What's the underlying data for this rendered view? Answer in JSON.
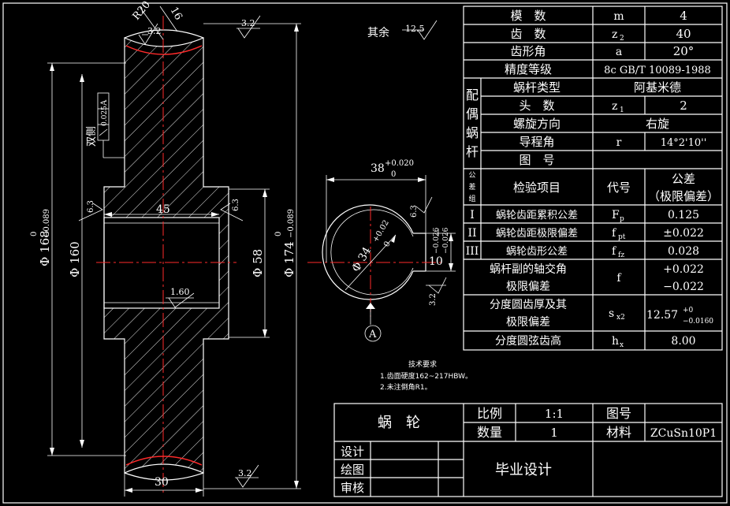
{
  "colors": {
    "background": "#000000",
    "lines": "#ffffff",
    "centerline": "#ff2a2a"
  },
  "drawing": {
    "radius_label": "R20",
    "angle_label": "16",
    "roughness_top_left": "3.2",
    "roughness_top_mid": "3.2",
    "roughness_bottom": "3.2",
    "roughness_hub_left": "6.3",
    "roughness_hub_right": "6.3",
    "roughness_bore": "1.60",
    "roughness_other_prefix": "其余",
    "roughness_other_value": "12.5",
    "runout_side_label": "双侧",
    "runout_tolerance": "0.025",
    "runout_datum": "A",
    "dim_bore_length": "45",
    "dim_rim_width": "30",
    "dim_tip_dia": "Φ 168",
    "dim_tip_tol_upper": "0",
    "dim_tip_tol_lower": "−0.089",
    "dim_pitch_dia": "Φ 160",
    "dim_hub_dia": "Φ 58",
    "dim_throat_dia": "Φ 174",
    "dim_throat_tol_upper": "0",
    "dim_throat_tol_lower": "−0.089",
    "keyway_width": "38",
    "keyway_width_tol_upper": "+0.020",
    "keyway_width_tol_lower": "0",
    "bore_dia": "Φ 34",
    "bore_tol_upper": "+0.02",
    "bore_tol_lower": "0",
    "key_width": "10",
    "key_tol_upper": "−0.026",
    "key_tol_lower": "−0.026",
    "keyway_roughness_top": "6.3",
    "keyway_roughness_bottom": "3.2",
    "datum_label": "A"
  },
  "tech_req": {
    "title": "技术要求",
    "items": [
      "1.齿面硬度162~217HBW。",
      "2.未注倒角R1。"
    ]
  },
  "params": {
    "rows": [
      {
        "label": "模　数",
        "sym": "m",
        "sub": "",
        "val": "4"
      },
      {
        "label": "齿　数",
        "sym": "z",
        "sub": "2",
        "val": "40"
      },
      {
        "label": "齿形角",
        "sym": "a",
        "sub": "",
        "val": "20°"
      },
      {
        "label": "精度等级",
        "sym": "8c GB/T 10089-1988",
        "sub": "",
        "val": ""
      }
    ],
    "mating_group": "配偶蜗杆",
    "mating_rows": [
      {
        "label": "蜗杆类型",
        "sym": "",
        "sub": "",
        "val": "阿基米德"
      },
      {
        "label": "头　数",
        "sym": "z",
        "sub": "1",
        "val": "2"
      },
      {
        "label": "螺旋方向",
        "sym": "",
        "sub": "",
        "val": "右旋"
      },
      {
        "label": "导程角",
        "sym": "r",
        "sub": "",
        "val": "14°2'10''"
      },
      {
        "label": "图　号",
        "sym": "",
        "sub": "",
        "val": ""
      }
    ],
    "inspect_group": "公差组",
    "inspect_header": {
      "item": "检验项目",
      "code": "代号",
      "tol_1": "公差",
      "tol_2": "（极限偏差）"
    },
    "inspect_rows": [
      {
        "grp": "I",
        "label": "蜗轮齿距累积公差",
        "sym": "F",
        "sub": "p",
        "val": "0.125"
      },
      {
        "grp": "II",
        "label": "蜗轮齿距极限偏差",
        "sym": "f",
        "sub": "pt",
        "val": "±0.022"
      },
      {
        "grp": "III",
        "label": "蜗轮齿形公差",
        "sym": "f",
        "sub": "fz",
        "val": "0.028"
      }
    ],
    "extra_rows": [
      {
        "label_1": "蜗杆副的轴交角",
        "label_2": "极限偏差",
        "sym": "f",
        "sub": "",
        "val_1": "+0.022",
        "val_2": "−0.022"
      },
      {
        "label_1": "分度圆齿厚及其",
        "label_2": "极限偏差",
        "sym": "s",
        "sub": "x2",
        "val_1": "12.57",
        "val_2": "",
        "val_sup": "+0",
        "val_subtol": "−0.0160"
      },
      {
        "label_1": "分度圆弦齿高",
        "label_2": "",
        "sym": "h",
        "sub": "x",
        "val_1": "8.00",
        "val_2": ""
      }
    ]
  },
  "title_block": {
    "part_name": "蜗　轮",
    "scale_label": "比例",
    "scale_value": "1:1",
    "drawing_no_label": "图号",
    "drawing_no_value": "",
    "qty_label": "数量",
    "qty_value": "1",
    "material_label": "材料",
    "material_value": "ZCuSn10P1",
    "design_label": "设计",
    "draw_label": "绘图",
    "check_label": "审核",
    "project": "毕业设计"
  }
}
